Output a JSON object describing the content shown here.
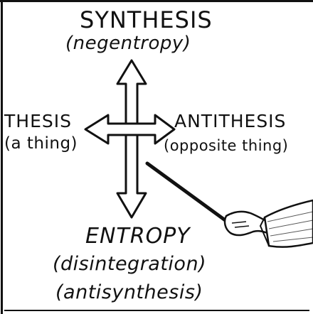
{
  "diagram": {
    "top": {
      "title": "SYNTHESIS",
      "subtitle": "(negentropy)"
    },
    "left": {
      "title": "THESIS",
      "subtitle": "(a thing)"
    },
    "right": {
      "title": "ANTITHESIS",
      "subtitle": "(opposite thing)"
    },
    "bottom": {
      "title": "ENTROPY",
      "subtitle1": "(disintegration)",
      "subtitle2": "(antisynthesis)"
    }
  },
  "colors": {
    "ink": "#111111",
    "paper": "#ffffff"
  }
}
